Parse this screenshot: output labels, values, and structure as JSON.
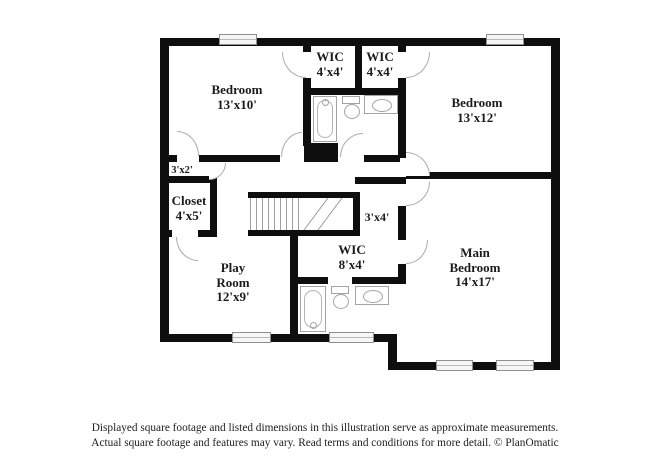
{
  "plan": {
    "type": "floor-plan",
    "colors": {
      "wall": "#0e0e0e",
      "fixture_line": "#a3a3a3",
      "window_fill": "#f6f6f6",
      "text": "#1b1b1b",
      "background": "#ffffff"
    },
    "icons": {
      "window": "css-rect-with-center-line",
      "door": "css-quarter-arc",
      "stairs": "css-tread-stripes-with-break-lines",
      "bathtub": "css-rounded-rect-with-faucet",
      "toilet": "css-tank-and-bowl",
      "sink": "css-counter-with-oval-basin"
    },
    "rooms": {
      "bedroom_top_left": {
        "name": "Bedroom",
        "dims": "13'x10'"
      },
      "wic_left": {
        "name": "WIC",
        "dims": "4'x4'"
      },
      "wic_right": {
        "name": "WIC",
        "dims": "4'x4'"
      },
      "bedroom_top_right": {
        "name": "Bedroom",
        "dims": "13'x12'"
      },
      "hall_nook": {
        "dims": "3'x2'"
      },
      "closet": {
        "name": "Closet",
        "dims": "4'x5'"
      },
      "nook": {
        "dims": "3'x4'"
      },
      "wic_main": {
        "name": "WIC",
        "dims": "8'x4'"
      },
      "play_room": {
        "name_line1": "Play",
        "name_line2": "Room",
        "dims": "12'x9'"
      },
      "main_bedroom": {
        "name_line1": "Main",
        "name_line2": "Bedroom",
        "dims": "14'x17'"
      }
    }
  },
  "footer": {
    "line1": "Displayed square footage and listed dimensions in this illustration serve as approximate measurements.",
    "line2": "Actual square footage and features may vary. Read terms and conditions for more detail. © PlanOmatic"
  }
}
